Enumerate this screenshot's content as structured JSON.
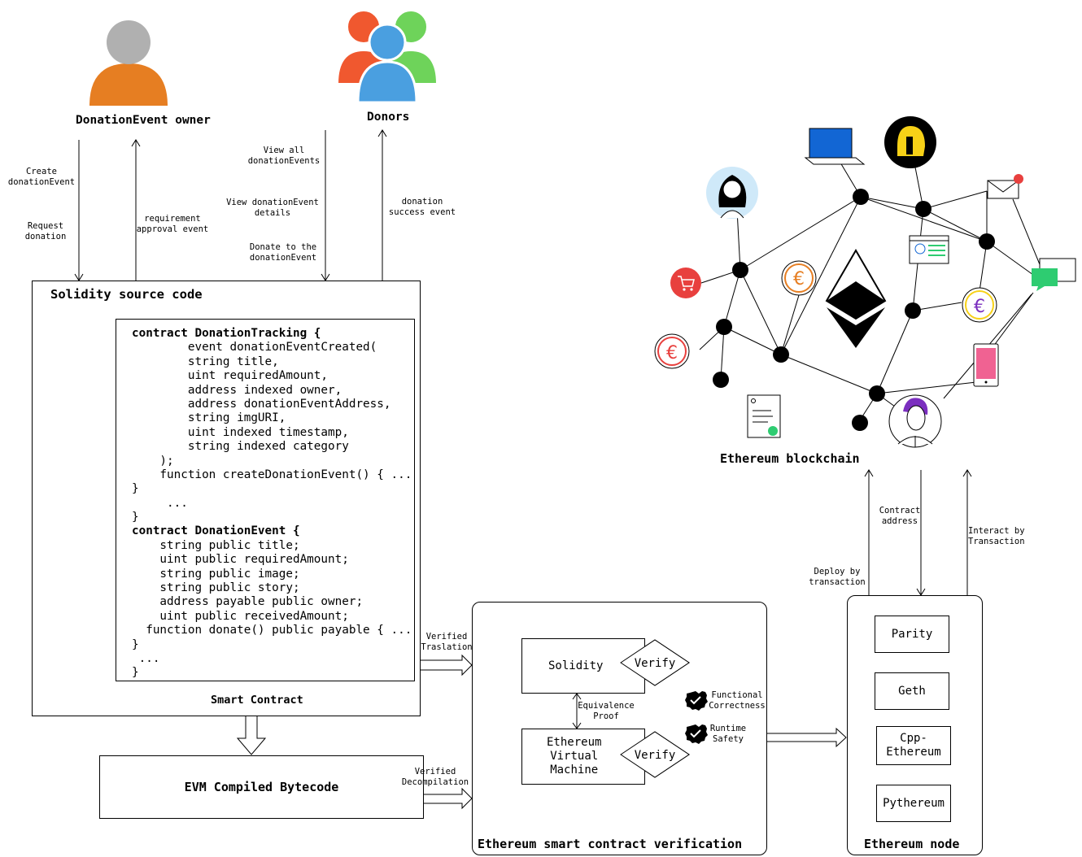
{
  "actors": {
    "owner_label": "DonationEvent owner",
    "donors_label": "Donors"
  },
  "flows": {
    "create": "Create\ndonationEvent",
    "request": "Request\ndonation",
    "requirement": "requirement\napproval event",
    "view_all": "View all\ndonationEvents",
    "view_details": "View donationEvent\ndetails",
    "donate": "Donate to the\ndonationEvent",
    "success": "donation\nsuccess event",
    "verified_translation": "Verified\nTraslation",
    "verified_decompilation": "Verified\nDecompilation",
    "contract_address": "Contract\naddress",
    "deploy": "Deploy by\ntransaction",
    "interact": "Interact by\nTransaction"
  },
  "source": {
    "heading": "Solidity source code",
    "caption": "Smart Contract",
    "lines": [
      "contract DonationTracking {",
      "        event donationEventCreated(",
      "        string title,",
      "        uint requiredAmount,",
      "        address indexed owner,",
      "        address donationEventAddress,",
      "        string imgURI,",
      "        uint indexed timestamp,",
      "        string indexed category",
      "    );",
      "    function createDonationEvent() { ...",
      "}",
      "     ...",
      "}",
      "contract DonationEvent {",
      "    string public title;",
      "    uint public requiredAmount;",
      "    string public image;",
      "    string public story;",
      "    address payable public owner;",
      "    uint public receivedAmount;",
      "  function donate() public payable { ...",
      "}",
      " ...",
      "}"
    ]
  },
  "bytecode": {
    "label": "EVM Compiled Bytecode"
  },
  "verification": {
    "title": "Ethereum smart contract verification",
    "solidity": "Solidity",
    "evm": "Ethereum\nVirtual\nMachine",
    "verify_top": "Verify",
    "verify_bottom": "Verify",
    "equivalence": "Equivalence\nProof",
    "functional": "Functional\nCorrectness",
    "runtime": "Runtime\nSafety"
  },
  "blockchain": {
    "title": "Ethereum blockchain",
    "icons": [
      "avatar-icon",
      "laptop-icon",
      "cart-icon",
      "euro-coin-icon",
      "ethereum-logo-icon",
      "mail-icon",
      "chat-icon",
      "phone-icon",
      "document-icon",
      "browser-window-icon"
    ],
    "accent_colors": {
      "red": "#e8403e",
      "orange": "#e67e22",
      "purple": "#7b2fbf",
      "blue": "#1266d4",
      "green": "#2ecc71",
      "pink": "#f06292",
      "yellow": "#f7d117"
    }
  },
  "node": {
    "title": "Ethereum node",
    "clients": [
      "Parity",
      "Geth",
      "Cpp-\nEthereum",
      "Pythereum"
    ]
  },
  "colors": {
    "owner_body": "#e67e22",
    "owner_head": "#b0b0b0",
    "donor_left": "#f0582f",
    "donor_right": "#6ed35a",
    "donor_center": "#4a9fe0"
  }
}
